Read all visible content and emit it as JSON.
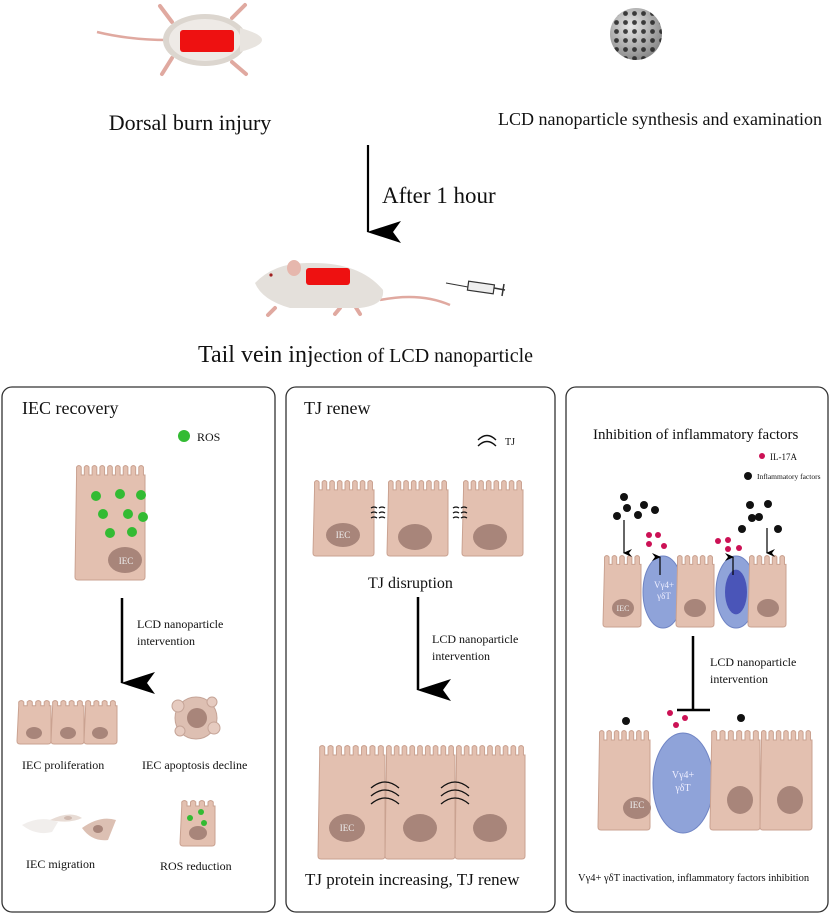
{
  "top": {
    "burn_label": "Dorsal burn injury",
    "synthesis_label": "LCD nanoparticle synthesis and examination",
    "time_label": "After 1 hour",
    "injection_label_a": "Tail vein inj",
    "injection_label_b": "ection of LCD nanoparticle"
  },
  "panels": {
    "iec": {
      "title": "IEC recovery",
      "legend_ros": "ROS",
      "cell_label": "IEC",
      "arrow_label_1": "LCD nanoparticle",
      "arrow_label_2": "intervention",
      "outcomes": {
        "proliferation": "IEC proliferation",
        "apoptosis": "IEC  apoptosis decline",
        "migration": "IEC  migration",
        "ros": "ROS reduction"
      }
    },
    "tj": {
      "title": "TJ renew",
      "legend_tj": "TJ",
      "cell_label": "IEC",
      "disruption_label": "TJ disruption",
      "arrow_label_1": "LCD nanoparticle",
      "arrow_label_2": "intervention",
      "result_label": "TJ protein increasing, TJ renew"
    },
    "inflam": {
      "title": "Inhibition of inflammatory factors",
      "legend_il17a": "IL-17A",
      "legend_factors": "Inflammatory factors",
      "cell_label": "IEC",
      "tcell_label_1": "Vγ4+",
      "tcell_label_2": "γδT",
      "arrow_label_1": "LCD nanoparticle",
      "arrow_label_2": "intervention",
      "result_label": "Vγ4+ γδT inactivation, inflammatory factors inhibition"
    }
  },
  "colors": {
    "burn": "#ee1111",
    "ros": "#33bb33",
    "il17a": "#cc1155",
    "factor": "#111111",
    "cell": "#e3c0b0",
    "nucleus": "#a8857a",
    "tcell": "#8fa3d9",
    "tcell_nucleus": "#4a55b8"
  }
}
